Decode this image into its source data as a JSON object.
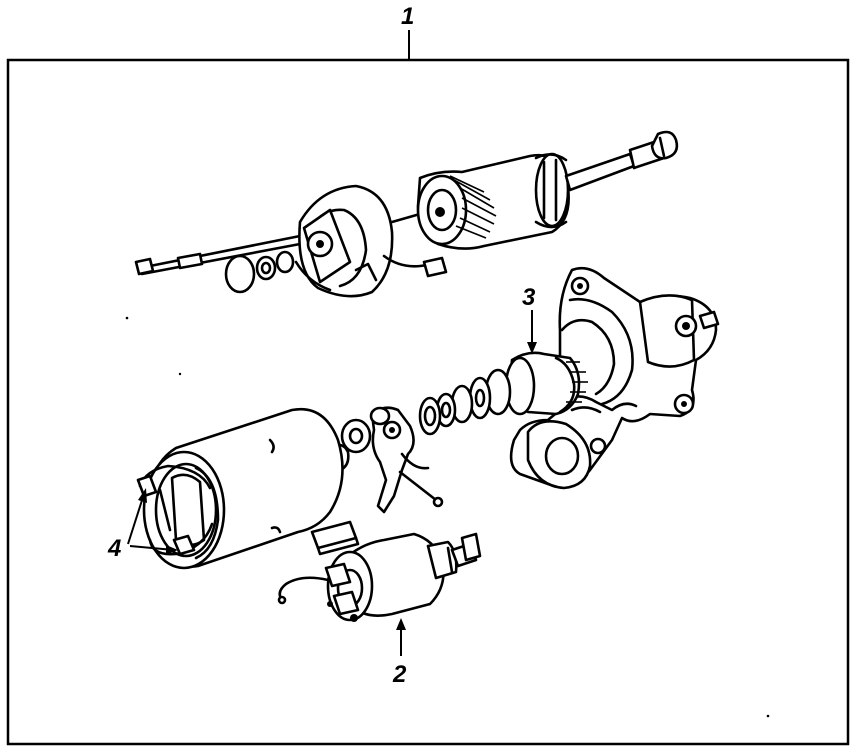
{
  "diagram": {
    "callouts": {
      "assembly": "1",
      "solenoid": "2",
      "drive": "3",
      "brush_holder": "4"
    }
  }
}
